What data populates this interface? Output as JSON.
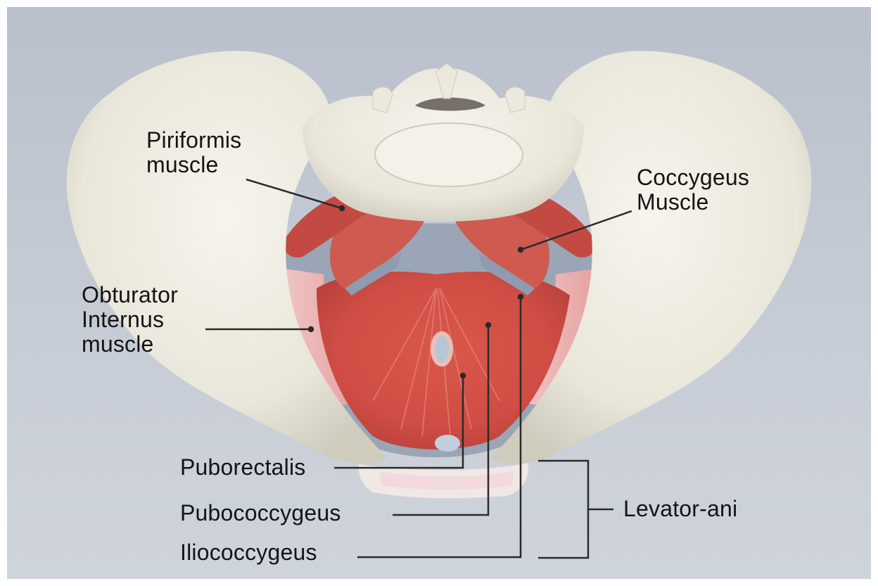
{
  "labels": {
    "piriformis": {
      "line1": "Piriformis",
      "line2": "muscle"
    },
    "coccygeus": {
      "line1": "Coccygeus",
      "line2": "Muscle"
    },
    "obturator": {
      "line1": "Obturator",
      "line2": "Internus",
      "line3": "muscle"
    },
    "puborectalis": "Puborectalis",
    "pubococcygeus": "Pubococcygeus",
    "iliococcygeus": "Iliococcygeus",
    "levator_ani": "Levator-ani"
  },
  "colors": {
    "background": "#c4cad4",
    "bone": "#ebe8dc",
    "muscle": "#d4564a",
    "muscle_light": "#e6a0a0",
    "leader_line": "#2a2a2a"
  }
}
